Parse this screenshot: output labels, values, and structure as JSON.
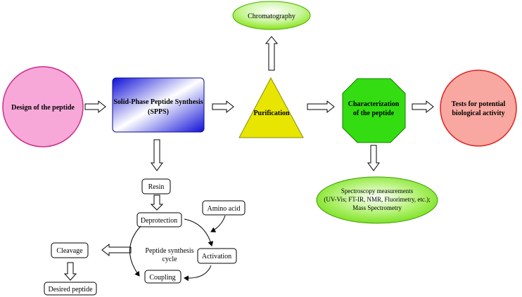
{
  "nodes": {
    "design": "Design of the peptide",
    "spps": [
      "Solid-Phase Peptide Synthesis",
      "(SPPS)"
    ],
    "purification": "Purification",
    "chromatography": "Chromatography",
    "characterization": [
      "Characterization",
      "of the peptide"
    ],
    "tests": [
      "Tests for potential",
      "biological activity"
    ],
    "spectroscopy": [
      "Spectroscopy measurements",
      "(UV-Vis; FT-IR, NMR, Fluorimetry, etc.);",
      "Mass Spectrometry"
    ]
  },
  "cycle": {
    "resin": "Resin",
    "deprotection": "Deprotection",
    "amino_acid": "Amino acid",
    "activation": "Activation",
    "coupling": "Coupling",
    "center": [
      "Peptide synthesis",
      "cycle"
    ],
    "cleavage": "Cleavage",
    "desired": "Desired peptide"
  },
  "colors": {
    "design_fill": "#f7a8d9",
    "design_stroke": "#cc2d8c",
    "spps_dark": "#1010d8",
    "spps_light": "#ffffff",
    "purification_fill": "#e8e600",
    "chromatography_fill": "#7fe000",
    "characterization_fill": "#33dd11",
    "tests_fill": "#f8a8a0",
    "tests_stroke": "#e02020",
    "spectroscopy_fill": "#66dd00"
  }
}
